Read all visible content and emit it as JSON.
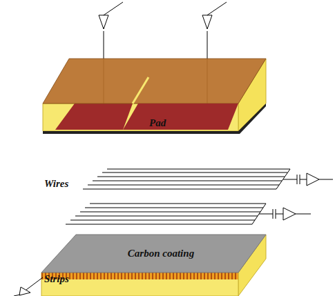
{
  "diagram": {
    "nodes": [
      {
        "text": [
          "Pad"
        ]
      },
      {
        "text": [
          "Carbon coating"
        ]
      }
    ],
    "labels": [
      "Wires",
      "Strips"
    ]
  }
}
